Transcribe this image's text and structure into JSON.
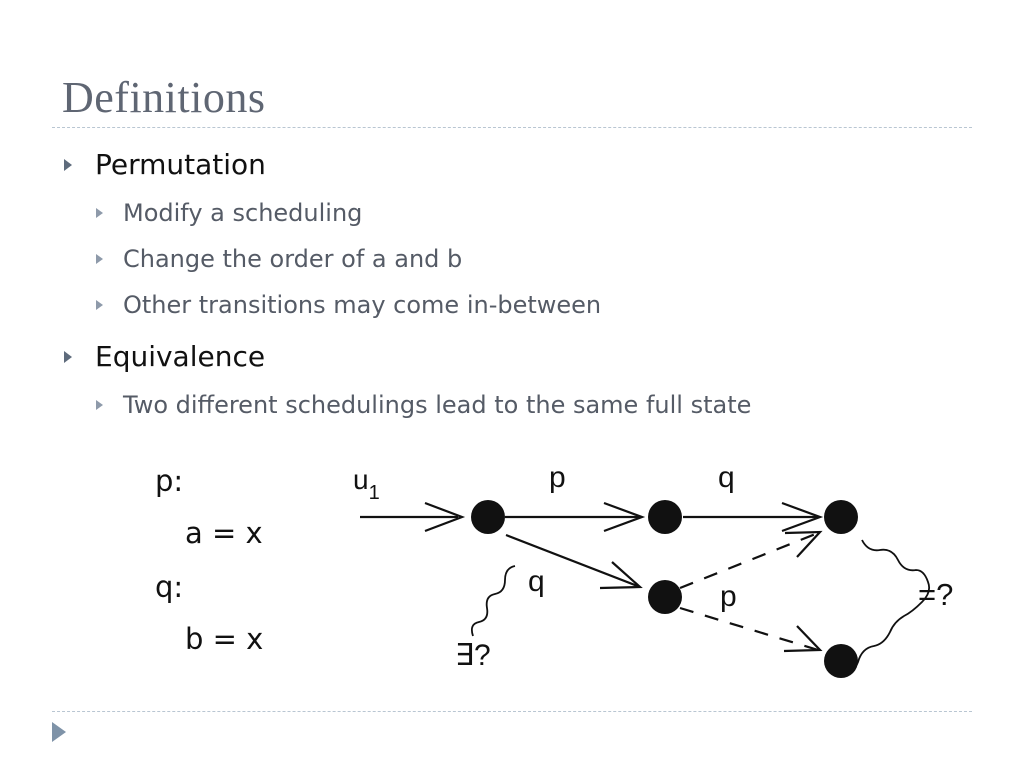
{
  "title": "Definitions",
  "bullets": [
    {
      "label": "Permutation",
      "children": [
        "Modify a scheduling",
        "Change the order of a and b",
        "Other transitions may come in-between"
      ]
    },
    {
      "label": "Equivalence",
      "children": [
        "Two different schedulings lead to the same full state"
      ]
    }
  ],
  "code": {
    "p_label": "p:",
    "p_body": "a = x",
    "q_label": "q:",
    "q_body": "b = x"
  },
  "diagram": {
    "edge_u1_base": "u",
    "edge_u1_sub": "1",
    "edge_top_p": "p",
    "edge_top_q": "q",
    "edge_diag_q": "q",
    "edge_dashed_p": "p",
    "equivalence_label": "=?",
    "exists_label": "∃?"
  },
  "icons": {
    "bullet_level1": "triangle-bullet-icon",
    "bullet_level2": "triangle-bullet-icon",
    "navigation": "next-slide-arrow-icon"
  },
  "colors": {
    "title": "#5f6673",
    "rule": "#b9c6d2",
    "bullet_level1": "#5e6b7c",
    "bullet_level2": "#8e9aaa",
    "nav_arrow": "#7f93a8"
  }
}
